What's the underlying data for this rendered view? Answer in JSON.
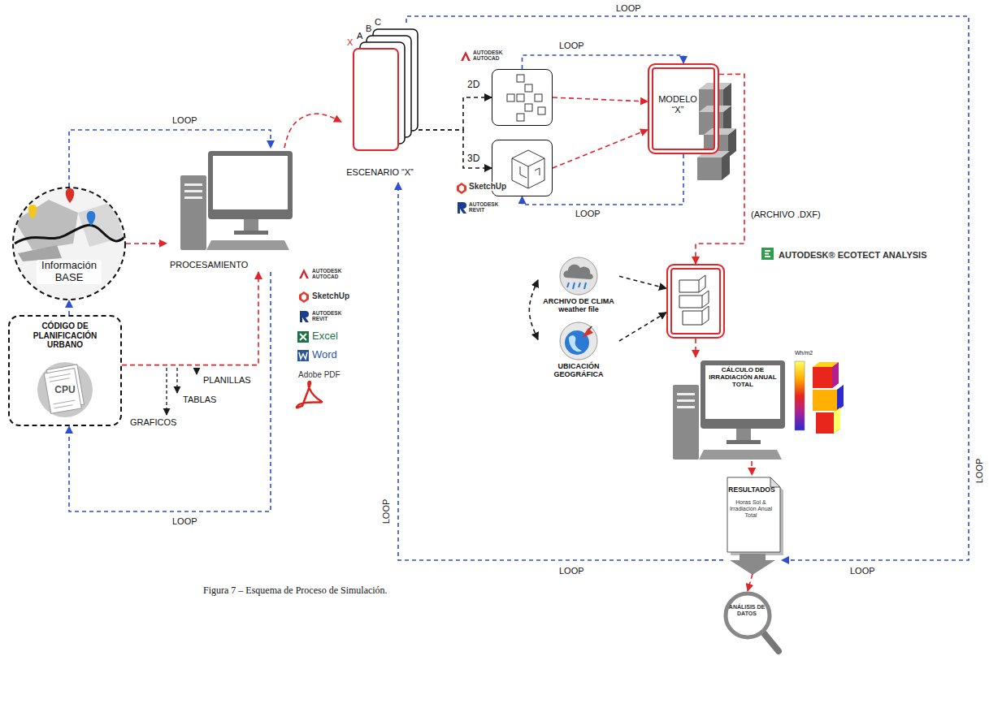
{
  "diagram": {
    "caption": "Figura 7 – Esquema de Proceso de Simulación.",
    "nodes": [
      {
        "text": [
          "Información BASE"
        ]
      },
      {
        "text": [
          "CÓDIGO DE PLANIFICACIÓN URBANO",
          "CPU"
        ]
      },
      {
        "text": [
          "PROCESAMIENTO"
        ]
      },
      {
        "text": [
          "ESCENARIO “X”"
        ]
      },
      {
        "text": [
          "2D"
        ]
      },
      {
        "text": [
          "3D"
        ]
      },
      {
        "text": [
          "MODELO “X”"
        ]
      },
      {
        "text": [
          "AUTODESK® ECOTECT ANALYSIS"
        ]
      },
      {
        "text": [
          "ARCHIVO DE CLIMA weather file"
        ]
      },
      {
        "text": [
          "UBICACIÓN GEOGRÁFICA"
        ]
      },
      {
        "text": [
          "CÁLCULO DE IRRADIACIÓN ANUAL TOTAL"
        ]
      },
      {
        "text": [
          "RESULTADOS",
          "Horas Sol & Irradiación Anual Total"
        ]
      },
      {
        "text": [
          "ANÁLISIS DE DATOS"
        ]
      }
    ],
    "edges": [
      {
        "from": 0,
        "to": 2,
        "arrow": "to"
      },
      {
        "from": 1,
        "to": 0,
        "arrow": "to"
      },
      {
        "from": 1,
        "to": 2,
        "arrow": "to"
      },
      {
        "from": 2,
        "to": 1,
        "arrow": "to",
        "label": "LOOP"
      },
      {
        "from": 0,
        "to": 2,
        "arrow": "to",
        "label": "LOOP"
      },
      {
        "from": 2,
        "to": 3,
        "arrow": "to"
      },
      {
        "from": 3,
        "to": 4,
        "arrow": "to"
      },
      {
        "from": 3,
        "to": 5,
        "arrow": "to"
      },
      {
        "from": 4,
        "to": 6,
        "arrow": "to"
      },
      {
        "from": 5,
        "to": 6,
        "arrow": "to"
      },
      {
        "from": 4,
        "to": 6,
        "arrow": "to",
        "label": "LOOP"
      },
      {
        "from": 6,
        "to": 5,
        "arrow": "to",
        "label": "LOOP"
      },
      {
        "from": 6,
        "to": 7,
        "arrow": "to",
        "label": "(ARCHIVO .DXF)"
      },
      {
        "from": 8,
        "to": 7,
        "arrow": "to"
      },
      {
        "from": 9,
        "to": 7,
        "arrow": "to"
      },
      {
        "from": 8,
        "to": 9,
        "arrow": "both"
      },
      {
        "from": 7,
        "to": 10,
        "arrow": "to"
      },
      {
        "from": 10,
        "to": 11,
        "arrow": "to"
      },
      {
        "from": 11,
        "to": 12,
        "arrow": "to"
      },
      {
        "from": 11,
        "to": 3,
        "arrow": "to",
        "label": "LOOP"
      },
      {
        "from": 3,
        "to": 11,
        "arrow": "to",
        "label": "LOOP"
      }
    ],
    "labels": [
      "AUTODESK AUTOCAD",
      "SketchUp",
      "AUTODESK REVIT",
      "C",
      "B",
      "A",
      "X",
      "AUTODESK AUTOCAD",
      "SketchUp",
      "AUTODESK REVIT",
      "Excel",
      "Word",
      "Adobe PDF",
      "PLANILLAS",
      "TABLAS",
      "GRAFICOS",
      "Wh/m2",
      "LOOP",
      "LOOP",
      "LOOP"
    ]
  }
}
